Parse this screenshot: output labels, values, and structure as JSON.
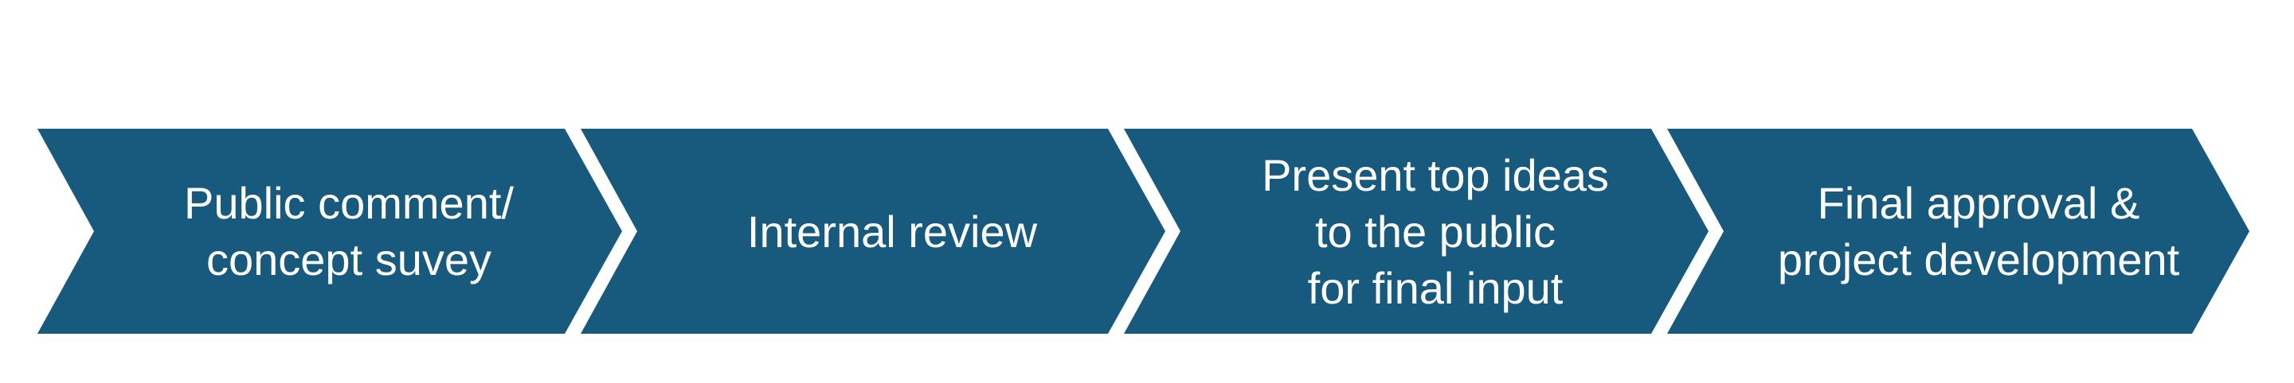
{
  "colors": {
    "chevron": "#185a7d",
    "text": "#ffffff"
  },
  "steps": [
    {
      "label": "Public comment/\nconcept suvey"
    },
    {
      "label": "Internal review"
    },
    {
      "label": "Present top ideas\nto the public\nfor final input"
    },
    {
      "label": "Final approval &\nproject development"
    }
  ]
}
